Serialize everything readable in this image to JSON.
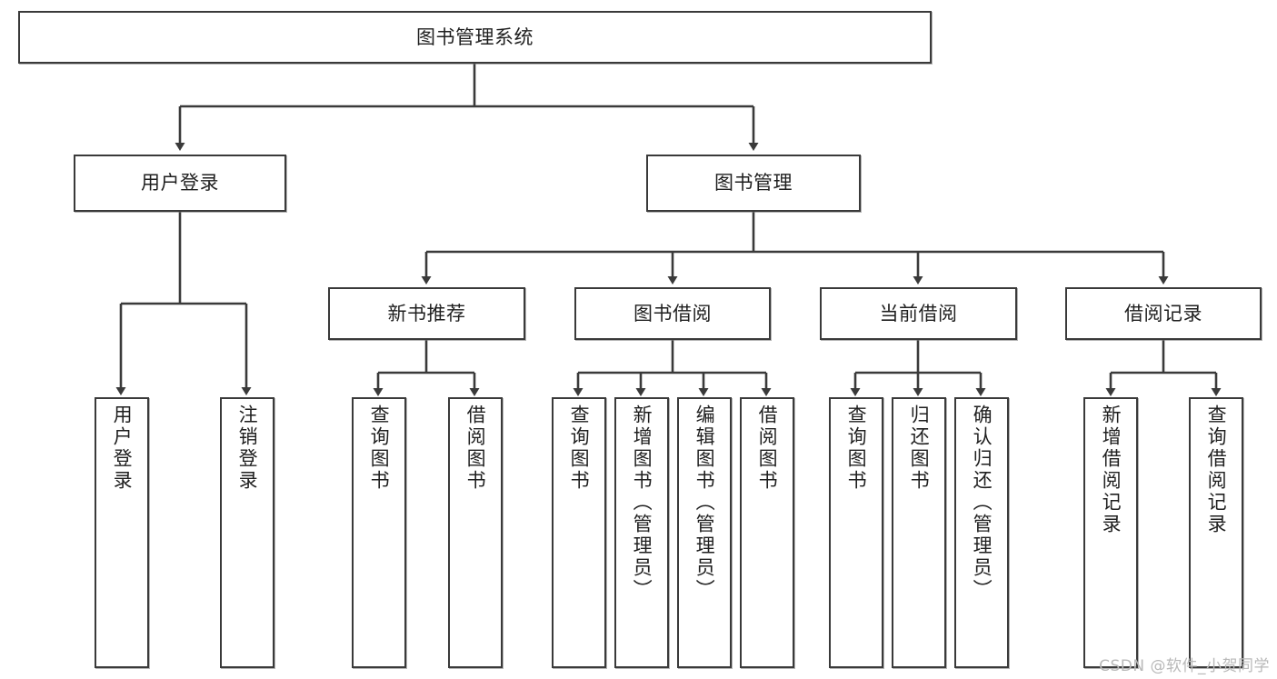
{
  "diagram": {
    "title_node": {
      "label": "图书管理系统"
    },
    "level2": [
      {
        "id": "user-login",
        "label": "用户登录"
      },
      {
        "id": "book-management",
        "label": "图书管理"
      }
    ],
    "level3": [
      {
        "id": "new-book-recommend",
        "label": "新书推荐"
      },
      {
        "id": "book-borrow",
        "label": "图书借阅"
      },
      {
        "id": "current-borrow",
        "label": "当前借阅"
      },
      {
        "id": "borrow-record",
        "label": "借阅记录"
      }
    ],
    "leaves": {
      "user_login": [
        {
          "id": "leaf-user-login",
          "label": "用户登录"
        },
        {
          "id": "leaf-logout-login",
          "label": "注销登录"
        }
      ],
      "new_book_recommend": [
        {
          "id": "leaf-query-book-1",
          "label": "查询图书"
        },
        {
          "id": "leaf-borrow-book-1",
          "label": "借阅图书"
        }
      ],
      "book_borrow": [
        {
          "id": "leaf-query-book-2",
          "label": "查询图书"
        },
        {
          "id": "leaf-add-book",
          "label": "新增图书（管理员）"
        },
        {
          "id": "leaf-edit-book",
          "label": "编辑图书（管理员）"
        },
        {
          "id": "leaf-borrow-book-2",
          "label": "借阅图书"
        }
      ],
      "current_borrow": [
        {
          "id": "leaf-query-book-3",
          "label": "查询图书"
        },
        {
          "id": "leaf-return-book",
          "label": "归还图书"
        },
        {
          "id": "leaf-confirm-return",
          "label": "确认归还（管理员）"
        }
      ],
      "borrow_record": [
        {
          "id": "leaf-add-record",
          "label": "新增借阅记录"
        },
        {
          "id": "leaf-query-record",
          "label": "查询借阅记录"
        }
      ]
    }
  },
  "watermark": {
    "text": "CSDN @软件_小贺同学"
  },
  "colors": {
    "stroke": "#3a3a3a",
    "fill": "#ffffff",
    "text": "#1f1f1f",
    "watermark": "#b9b9b9"
  }
}
